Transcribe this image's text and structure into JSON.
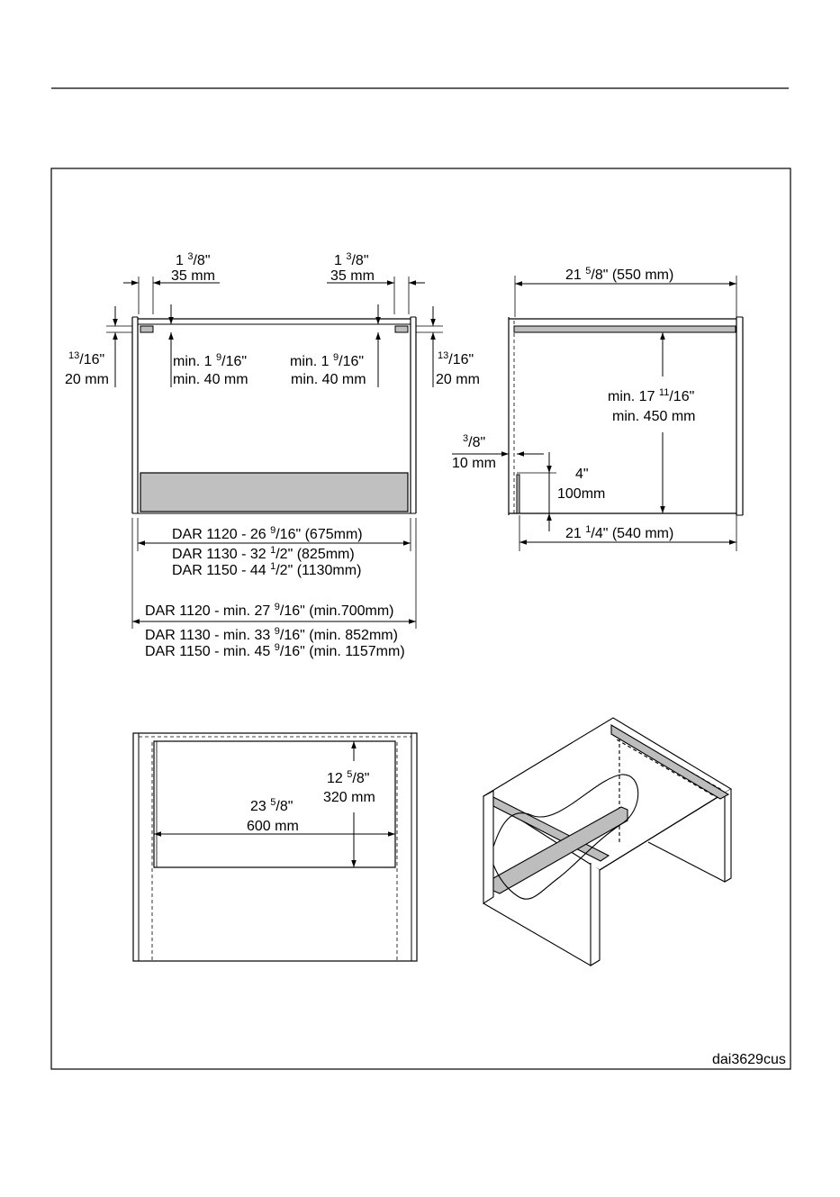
{
  "figure_code": "dai3629cus",
  "front_view": {
    "left_gap": {
      "whole": "1",
      "num": "3",
      "den": "/8\"",
      "mm": "35 mm"
    },
    "right_gap": {
      "whole": "1",
      "num": "3",
      "den": "/8\"",
      "mm": "35 mm"
    },
    "left_height": {
      "num": "13",
      "den": "/16\"",
      "mm": "20 mm"
    },
    "right_height": {
      "num": "13",
      "den": "/16\"",
      "mm": "20 mm"
    },
    "left_min": {
      "prefix": "min. 1",
      "num": "9",
      "den": "/16\"",
      "mm": "min. 40 mm"
    },
    "right_min": {
      "prefix": "min. 1",
      "num": "9",
      "den": "/16\"",
      "mm": "min. 40 mm"
    },
    "unit_widths": [
      {
        "pre": "DAR 1120 - 26 ",
        "num": "9",
        "post": "/16\" (675mm)"
      },
      {
        "pre": "DAR 1130 - 32 ",
        "num": "1",
        "post": "/2\" (825mm)"
      },
      {
        "pre": "DAR 1150 - 44 ",
        "num": "1",
        "post": "/2\" (1130mm)"
      }
    ],
    "min_widths": [
      {
        "pre": "DAR 1120 - min. 27 ",
        "num": "9",
        "post": "/16\" (min.700mm)"
      },
      {
        "pre": "DAR 1130 - min. 33 ",
        "num": "9",
        "post": "/16\" (min. 852mm)"
      },
      {
        "pre": "DAR 1150 - min. 45 ",
        "num": "9",
        "post": "/16\" (min. 1157mm)"
      }
    ]
  },
  "side_view": {
    "depth_top": {
      "pre": "21 ",
      "num": "5",
      "post": "/8\" (550 mm)"
    },
    "height": {
      "pre": "min. 17 ",
      "num": "11",
      "post": "/16\"",
      "mm": "min. 450 mm"
    },
    "edge": {
      "num": "3",
      "den": "/8\"",
      "mm": "10 mm"
    },
    "rail": {
      "in": "4\"",
      "mm": "100mm"
    },
    "depth_bottom": {
      "pre": "21 ",
      "num": "1",
      "post": "/4\" (540 mm)"
    }
  },
  "top_view": {
    "width": {
      "pre": "23 ",
      "num": "5",
      "post": "/8\"",
      "mm": "600 mm"
    },
    "depth": {
      "pre": "12 ",
      "num": "5",
      "post": "/8\"",
      "mm": "320 mm"
    }
  }
}
